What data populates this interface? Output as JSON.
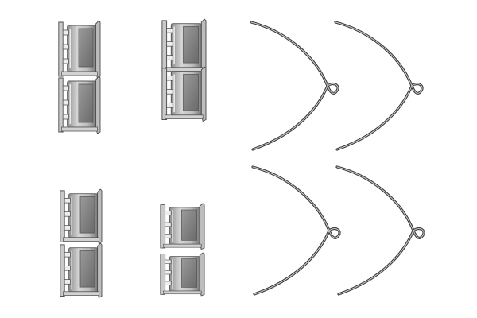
{
  "scene": {
    "background": "#ffffff",
    "items": [
      {
        "kind": "clip",
        "icon": "pad-clip-icon",
        "group": "left-column"
      },
      {
        "kind": "clip",
        "icon": "pad-clip-icon",
        "group": "left-column"
      },
      {
        "kind": "clip",
        "icon": "pad-clip-icon",
        "group": "left-column"
      },
      {
        "kind": "clip",
        "icon": "pad-clip-icon",
        "group": "left-column"
      },
      {
        "kind": "clip",
        "icon": "pad-clip-icon",
        "group": "middle-column"
      },
      {
        "kind": "clip",
        "icon": "pad-clip-icon",
        "group": "middle-column"
      },
      {
        "kind": "clip",
        "icon": "pad-clip-icon",
        "group": "middle-column"
      },
      {
        "kind": "clip",
        "icon": "pad-clip-icon",
        "group": "middle-column"
      },
      {
        "kind": "spring",
        "icon": "wire-spring-icon"
      },
      {
        "kind": "spring",
        "icon": "wire-spring-icon"
      },
      {
        "kind": "spring",
        "icon": "wire-spring-icon"
      },
      {
        "kind": "spring",
        "icon": "wire-spring-icon"
      }
    ],
    "colors": {
      "metal_light": "#d9d9d9",
      "metal_mid": "#a8a8a8",
      "metal_dark": "#5a5a5a",
      "wire": "#555555",
      "wire_highlight": "#cfcfcf"
    }
  }
}
